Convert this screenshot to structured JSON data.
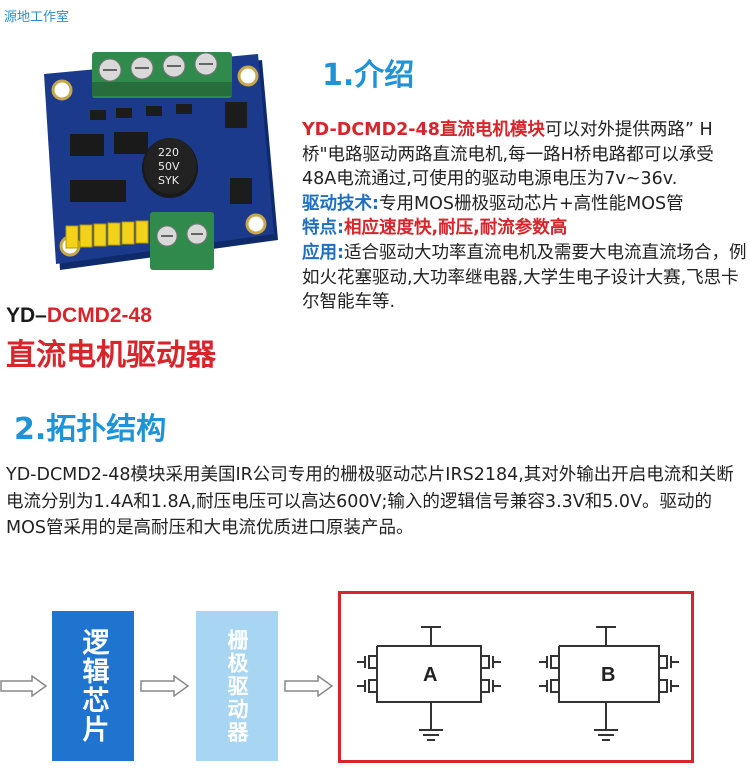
{
  "watermark": "源地工作室",
  "product": {
    "model_prefix": "YD–",
    "model_suffix": "DCMD2-48",
    "name": "直流电机驱动器",
    "capacitor": [
      "220",
      "50V",
      "SYK"
    ]
  },
  "section1": {
    "title": "1.介绍",
    "p1_highlight": "YD-DCMD2-48直流电机模块",
    "p1_text": "可以对外提供两路” H桥\"电路驱动两路直流电机,每一路H桥电路都可以承受48A电流通过,可使用的驱动电源电压为7v~36v.",
    "p2_label": "驱动技术:",
    "p2_text": "专用MOS栅极驱动芯片+高性能MOS管",
    "p3_label": "特点:",
    "p3_text": "相应速度快,耐压,耐流参数高",
    "p4_label": "应用:",
    "p4_text": "适合驱动大功率直流电机及需要大电流直流场合，例如火花塞驱动,大功率继电器,大学生电子设计大赛,飞思卡尔智能车等."
  },
  "section2": {
    "title": "2.拓扑结构",
    "text": "YD-DCMD2-48模块采用美国IR公司专用的栅极驱动芯片IRS2184,其对外输出开启电流和关断电流分别为1.4A和1.8A,耐压电压可以高达600V;输入的逻辑信号兼容3.3V和5.0V。驱动的MOS管采用的是高耐压和大电流优质进口原装产品。"
  },
  "diagram": {
    "logic_label": "逻辑芯片",
    "driver_label": "栅极驱动器",
    "bridge_a": "A",
    "bridge_b": "B"
  },
  "colors": {
    "title_blue": "#1f93d7",
    "accent_red": "#d8252b",
    "logic_box": "#1f74cf",
    "driver_box": "#a7d5f2",
    "pcb_blue": "#1b3a8c"
  }
}
